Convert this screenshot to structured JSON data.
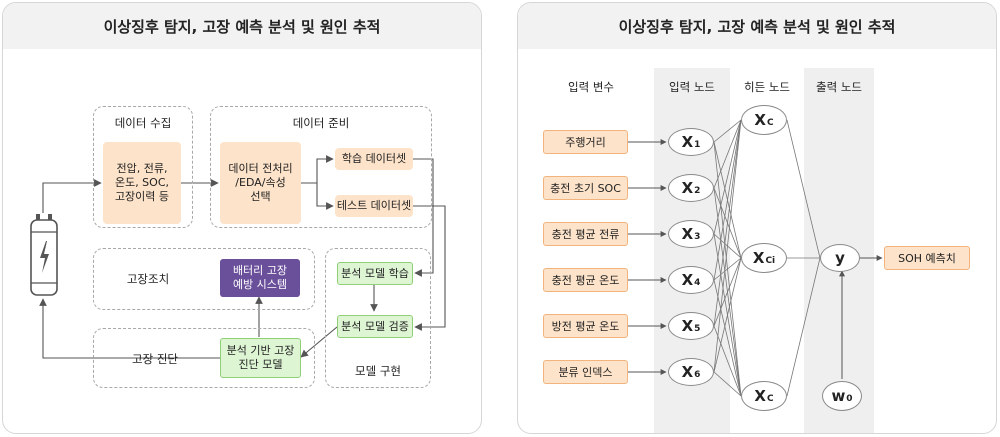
{
  "left_panel": {
    "title": "이상징후 탐지, 고장 예측 분석 및 원인 추적",
    "data_collection": {
      "title": "데이터 수집",
      "box": "전압, 전류,\n온도, SOC,\n고장이력 등"
    },
    "data_prep": {
      "title": "데이터 준비",
      "preprocess": "데이터 전처리\n/EDA/속성\n선택",
      "train_set": "학습 데이터셋",
      "test_set": "테스트 데이터셋"
    },
    "fault_action": {
      "label": "고장조치",
      "box": "배터리 고장\n예방 시스템"
    },
    "fault_diag": {
      "label": "고장 진단",
      "box": "분석 기반 고장\n진단 모델"
    },
    "model_impl": {
      "label": "모델 구현",
      "train": "분석 모델 학습",
      "verify": "분석 모델 검증"
    }
  },
  "right_panel": {
    "title": "이상징후 탐지, 고장 예측 분석 및 원인 추적",
    "headers": {
      "input_vars": "입력 변수",
      "input_nodes": "입력 노드",
      "hidden_nodes": "히든 노드",
      "output_nodes": "출력 노드"
    },
    "inputs": [
      "주행거리",
      "충전 초기 SOC",
      "충전 평균 전류",
      "충전 평균 온도",
      "방전 평균 온도",
      "분류 인덱스"
    ],
    "input_node_labels": [
      {
        "main": "X",
        "sub": "1"
      },
      {
        "main": "X",
        "sub": "2"
      },
      {
        "main": "X",
        "sub": "3"
      },
      {
        "main": "X",
        "sub": "4"
      },
      {
        "main": "X",
        "sub": "5"
      },
      {
        "main": "X",
        "sub": "6"
      }
    ],
    "hidden_node_labels": [
      {
        "main": "X",
        "sub": "C"
      },
      {
        "main": "X",
        "sub": "Ci"
      },
      {
        "main": "X",
        "sub": "C"
      }
    ],
    "output_node": "y",
    "bias_node": {
      "main": "w",
      "sub": "0"
    },
    "output_label": "SOH 예측치"
  },
  "colors": {
    "orange_fill": "#fde3c9",
    "green_fill": "#def5d4",
    "purple_fill": "#6a4f9a",
    "header_gray": "#f2f2f2"
  }
}
